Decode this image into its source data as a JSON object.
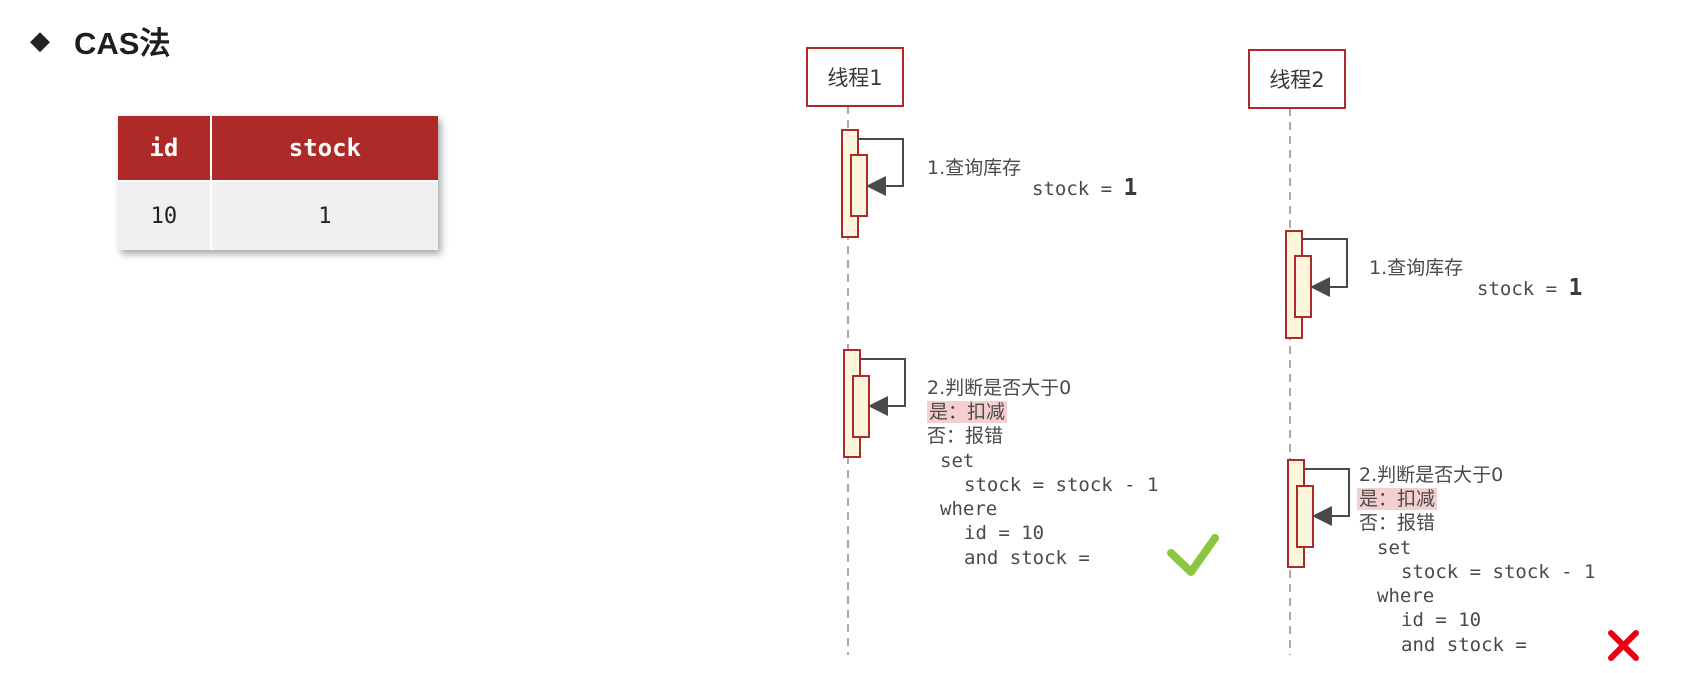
{
  "heading": {
    "bullet_icon": "diamond-icon",
    "text": "CAS法"
  },
  "table": {
    "columns": [
      "id",
      "stock"
    ],
    "row": {
      "id": "10",
      "stock": "1"
    }
  },
  "colors": {
    "accent": "#ad2a28",
    "highlight": "#f5cfcf",
    "check": "#8cc63f",
    "cross": "#e60012",
    "activation_fill": "#fdf6dd"
  },
  "thread1": {
    "label": "线程1",
    "step1": {
      "title": "1.查询库存",
      "stock_label": "stock = ",
      "stock_value": "1"
    },
    "step2": {
      "title": "2.判断是否大于0",
      "yes": "是：扣减",
      "no": "否：报错",
      "sql": [
        "set",
        "stock = stock - 1",
        "where",
        "id = 10",
        "and stock = "
      ]
    },
    "result_icon": "check-icon"
  },
  "thread2": {
    "label": "线程2",
    "step1": {
      "title": "1.查询库存",
      "stock_label": "stock = ",
      "stock_value": "1"
    },
    "step2": {
      "title": "2.判断是否大于0",
      "yes": "是：扣减",
      "no": "否：报错",
      "sql": [
        "set",
        "stock = stock - 1",
        "where",
        "id = 10",
        "and stock = "
      ]
    },
    "result_icon": "cross-icon"
  }
}
